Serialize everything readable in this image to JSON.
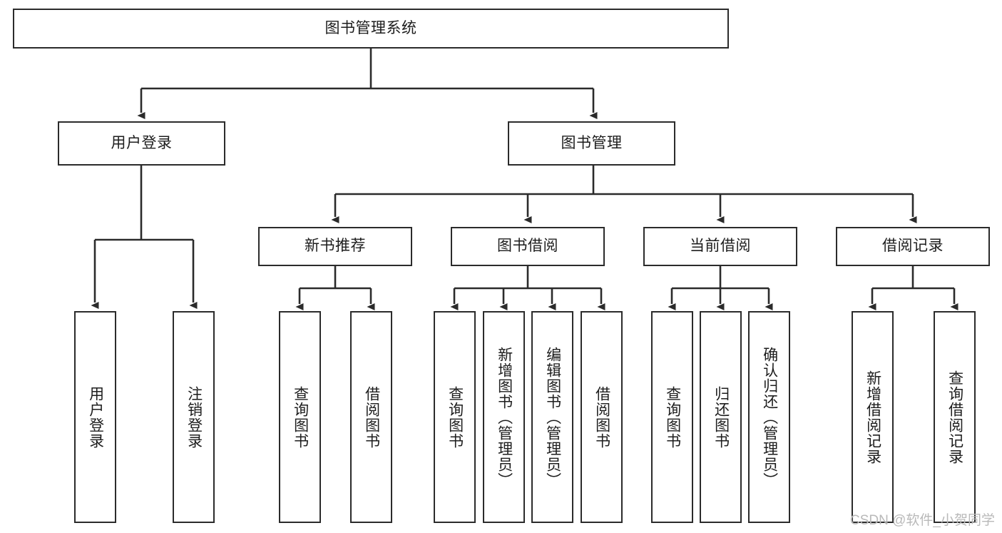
{
  "diagram": {
    "title": "图书管理系统",
    "type": "tree-hierarchy",
    "stroke_color": "#2b2b2b",
    "fill_color": "#ffffff",
    "text_color": "#1d1d1d"
  },
  "root": {
    "label": "图书管理系统"
  },
  "level2": [
    {
      "label": "用户登录"
    },
    {
      "label": "图书管理"
    }
  ],
  "level3": [
    {
      "label": "新书推荐"
    },
    {
      "label": "图书借阅"
    },
    {
      "label": "当前借阅"
    },
    {
      "label": "借阅记录"
    }
  ],
  "leaves": {
    "user_login": [
      {
        "label": "用户登录"
      },
      {
        "label": "注销登录"
      }
    ],
    "new_book": [
      {
        "label": "查询图书"
      },
      {
        "label": "借阅图书"
      }
    ],
    "borrow_book": [
      {
        "label": "查询图书"
      },
      {
        "label": "新增图书（管理员）"
      },
      {
        "label": "编辑图书（管理员）"
      },
      {
        "label": "借阅图书"
      }
    ],
    "current_borrow": [
      {
        "label": "查询图书"
      },
      {
        "label": "归还图书"
      },
      {
        "label": "确认归还（管理员）"
      }
    ],
    "borrow_record": [
      {
        "label": "新增借阅记录"
      },
      {
        "label": "查询借阅记录"
      }
    ]
  },
  "watermark": {
    "text": "CSDN @软件_小贺同学"
  }
}
